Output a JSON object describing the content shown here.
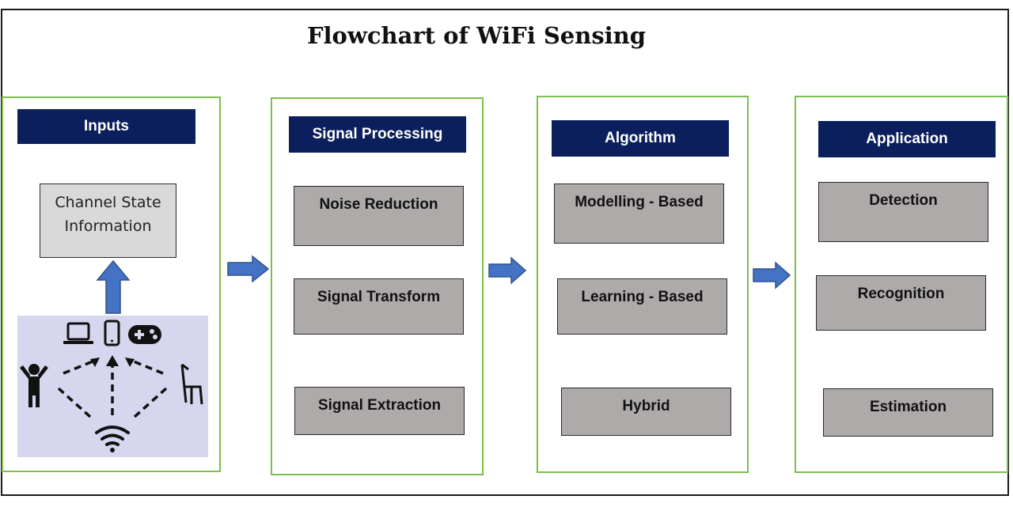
{
  "title": "Flowchart of WiFi Sensing",
  "colors": {
    "header_bg": "#0b1f5c",
    "panel_border": "#7cbf4a",
    "box_gray": "#aeaaaa",
    "csi_box": "#d9d9d9",
    "arrow_blue": "#4472c4",
    "scene_bg": "#d6d6ee"
  },
  "inputs": {
    "header": "Inputs",
    "csi_line1": "Channel State",
    "csi_line2": "Information",
    "scene_icons": [
      "laptop-icon",
      "phone-icon",
      "gamepad-icon",
      "person-icon",
      "chair-icon",
      "wifi-icon"
    ]
  },
  "signal_processing": {
    "header": "Signal Processing",
    "items": [
      "Noise Reduction",
      "Signal Transform",
      "Signal Extraction"
    ]
  },
  "algorithm": {
    "header": "Algorithm",
    "items": [
      "Modelling - Based",
      "Learning - Based",
      "Hybrid"
    ]
  },
  "application": {
    "header": "Application",
    "items": [
      "Detection",
      "Recognition",
      "Estimation"
    ]
  }
}
